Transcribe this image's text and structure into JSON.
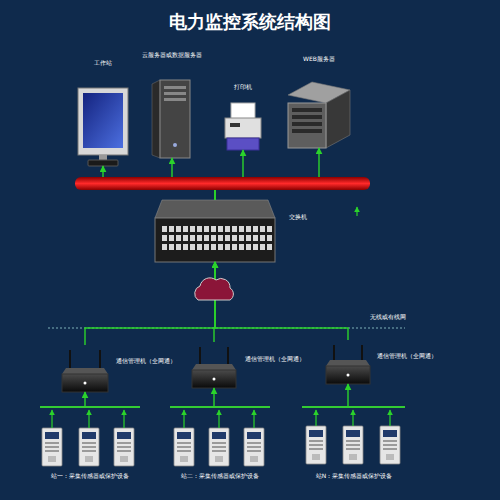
{
  "diagram": {
    "title": "电力监控系统结构图",
    "nodes": [
      {
        "text": [
          "工作站"
        ]
      },
      {
        "text": [
          "云服务器或数据服务器"
        ]
      },
      {
        "text": [
          "打印机"
        ]
      },
      {
        "text": [
          "WEB服务器"
        ]
      },
      {
        "text": [
          "交换机"
        ]
      },
      {
        "text": [
          "通信管理机（全网通）"
        ]
      },
      {
        "text": [
          "通信管理机（全网通）"
        ]
      },
      {
        "text": [
          "通信管理机（全网通）"
        ]
      },
      {
        "text": [
          "站一：采集传感器或保护设备"
        ]
      },
      {
        "text": [
          "站二：采集传感器或保护设备"
        ]
      },
      {
        "text": [
          "站N：采集传感器或保护设备"
        ]
      }
    ],
    "edges": [
      {
        "from": 4,
        "to": 0,
        "arrow": "to"
      },
      {
        "from": 4,
        "to": 1,
        "arrow": "to"
      },
      {
        "from": 4,
        "to": 2,
        "arrow": "to"
      },
      {
        "from": 4,
        "to": 3,
        "arrow": "to"
      },
      {
        "from": 5,
        "to": 4,
        "arrow": "to"
      },
      {
        "from": 6,
        "to": 4,
        "arrow": "to"
      },
      {
        "from": 7,
        "to": 4,
        "arrow": "to"
      },
      {
        "from": 8,
        "to": 5,
        "arrow": "to"
      },
      {
        "from": 9,
        "to": 6,
        "arrow": "to"
      },
      {
        "from": 10,
        "to": 7,
        "arrow": "to"
      }
    ],
    "labels": [
      "无线或有线网"
    ]
  }
}
